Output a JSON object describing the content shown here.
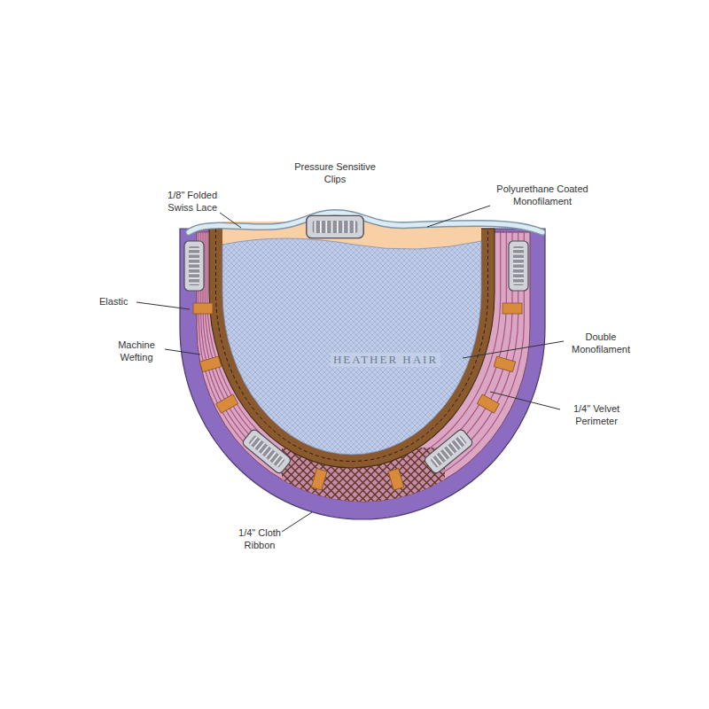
{
  "diagram": {
    "labels": [
      "Pressure Sensitive Clips",
      "1/8\" Folded Swiss Lace",
      "Polyurethane Coated Monofilament",
      "Elastic",
      "Machine Wefting",
      "Double Monofilament",
      "1/4\" Velvet Perimeter",
      "1/4\" Cloth Ribbon",
      "HEATHER HAIR"
    ]
  }
}
